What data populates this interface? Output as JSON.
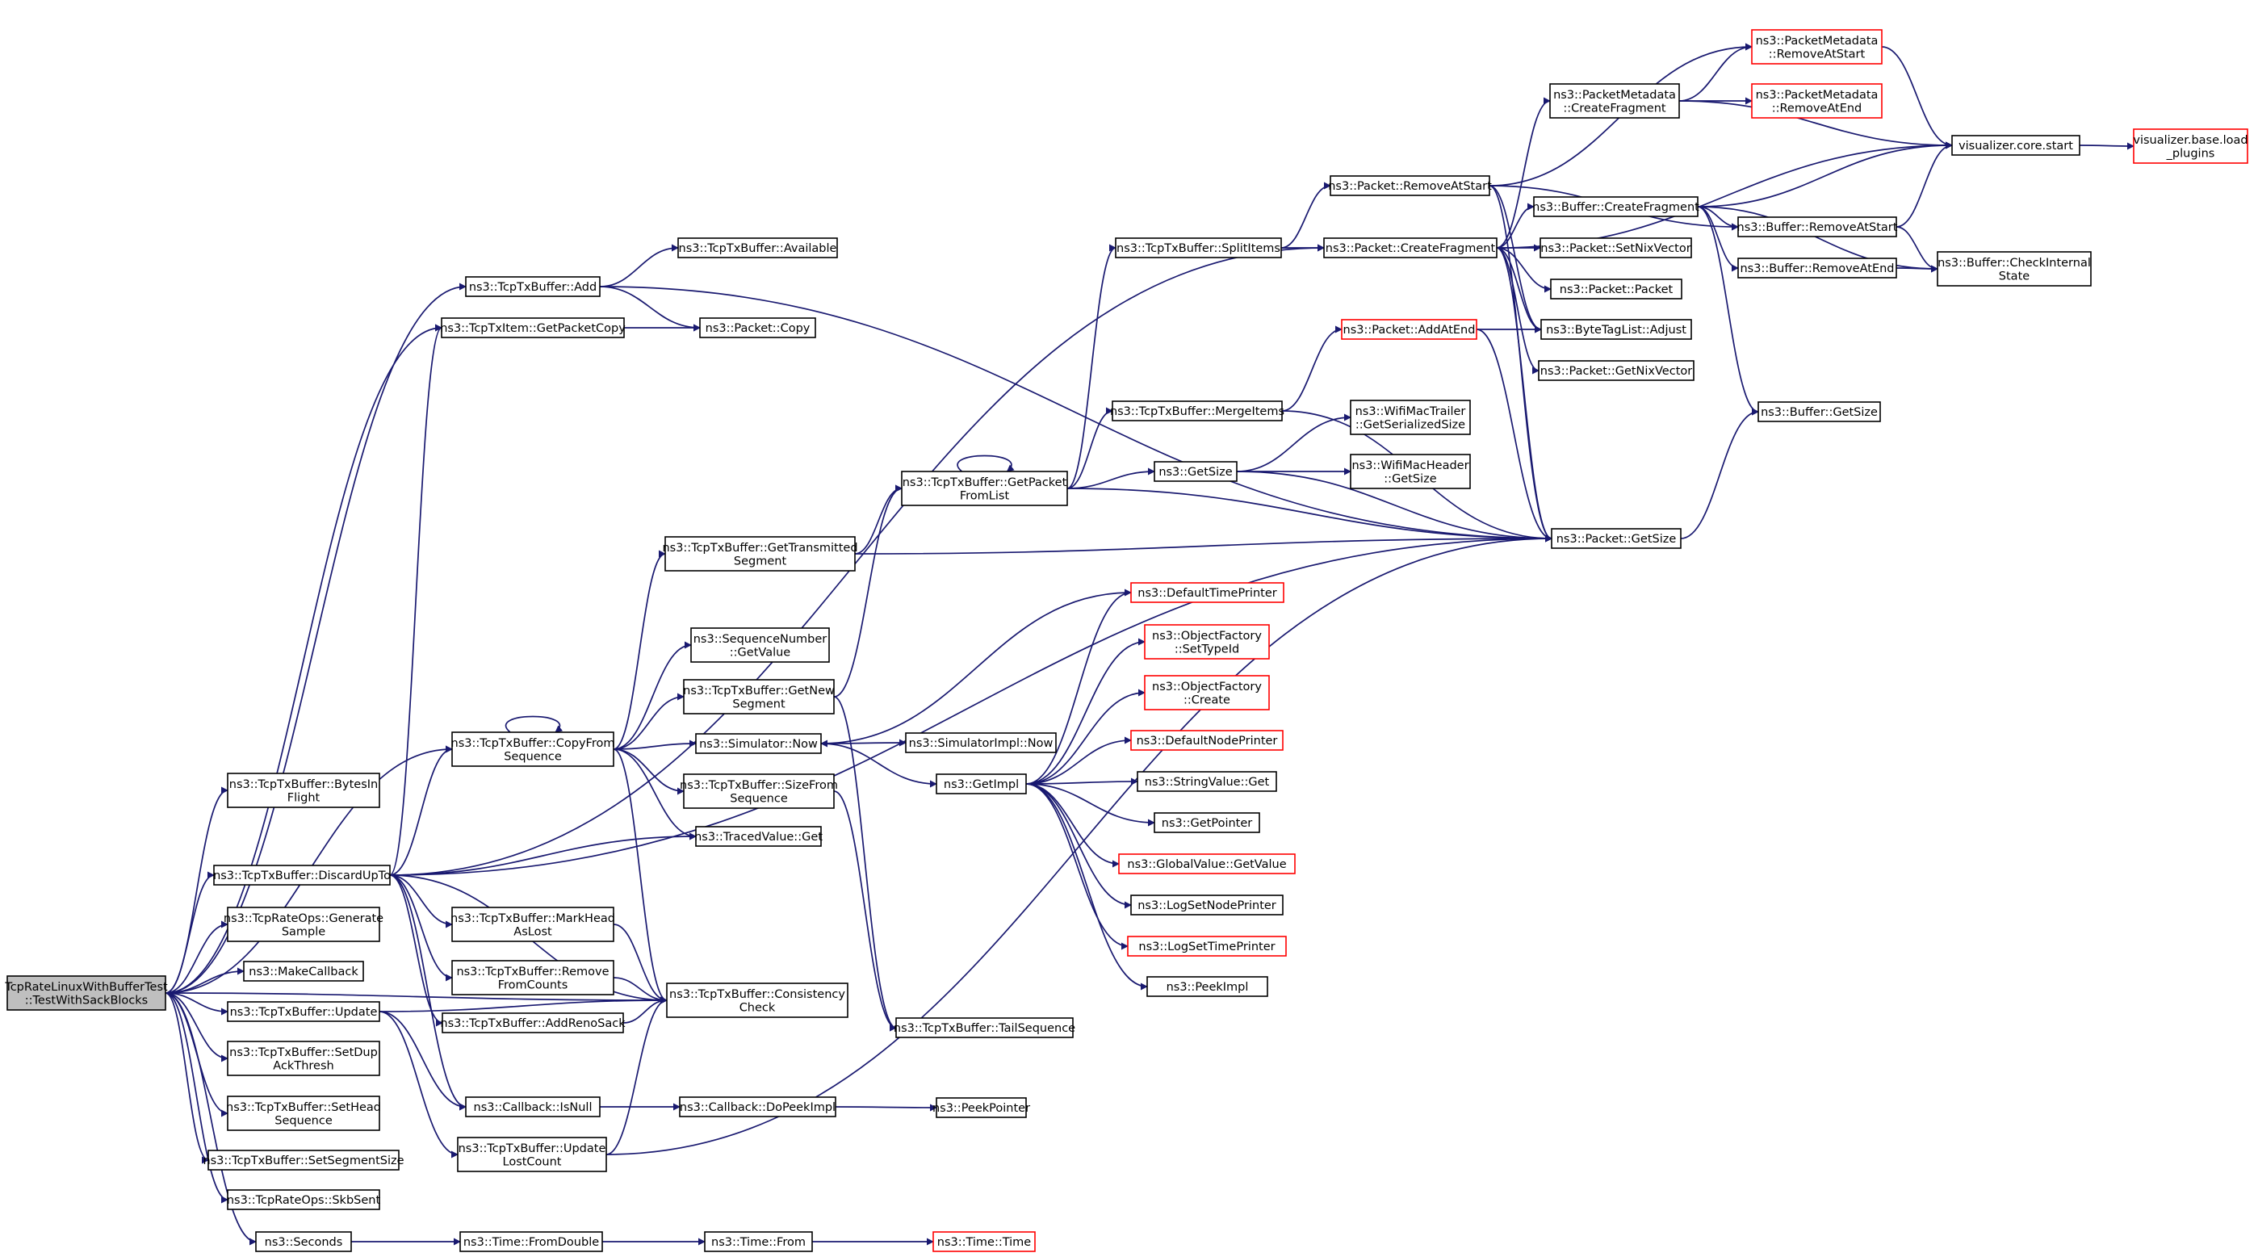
{
  "colors": {
    "edge": "#191970",
    "node_border": "#000000",
    "truncated_border": "#ff0000",
    "root_fill": "#bfbfbf",
    "node_fill": "#ffffff"
  },
  "nodes": [
    {
      "id": "root",
      "lines": [
        "TcpRateLinuxWithBufferTest",
        "::TestWithSackBlocks"
      ],
      "style": "root"
    },
    {
      "id": "add",
      "lines": [
        "ns3::TcpTxBuffer::Add"
      ]
    },
    {
      "id": "available",
      "lines": [
        "ns3::TcpTxBuffer::Available"
      ]
    },
    {
      "id": "getpacketcopy",
      "lines": [
        "ns3::TcpTxItem::GetPacketCopy"
      ]
    },
    {
      "id": "pcopy",
      "lines": [
        "ns3::Packet::Copy"
      ]
    },
    {
      "id": "bytesinflight",
      "lines": [
        "ns3::TcpTxBuffer::BytesIn",
        "Flight"
      ]
    },
    {
      "id": "discardupto",
      "lines": [
        "ns3::TcpTxBuffer::DiscardUpTo"
      ]
    },
    {
      "id": "generatesample",
      "lines": [
        "ns3::TcpRateOps::Generate",
        "Sample"
      ]
    },
    {
      "id": "makecallback",
      "lines": [
        "ns3::MakeCallback"
      ]
    },
    {
      "id": "update",
      "lines": [
        "ns3::TcpTxBuffer::Update"
      ]
    },
    {
      "id": "setdup",
      "lines": [
        "ns3::TcpTxBuffer::SetDup",
        "AckThresh"
      ]
    },
    {
      "id": "sethead",
      "lines": [
        "ns3::TcpTxBuffer::SetHead",
        "Sequence"
      ]
    },
    {
      "id": "setsegsize",
      "lines": [
        "ns3::TcpTxBuffer::SetSegmentSize"
      ]
    },
    {
      "id": "skbsent",
      "lines": [
        "ns3::TcpRateOps::SkbSent"
      ]
    },
    {
      "id": "seconds",
      "lines": [
        "ns3::Seconds"
      ]
    },
    {
      "id": "copyfromseq",
      "lines": [
        "ns3::TcpTxBuffer::CopyFrom",
        "Sequence"
      ]
    },
    {
      "id": "markhead",
      "lines": [
        "ns3::TcpTxBuffer::MarkHead",
        "AsLost"
      ]
    },
    {
      "id": "removefromcounts",
      "lines": [
        "ns3::TcpTxBuffer::Remove",
        "FromCounts"
      ]
    },
    {
      "id": "addrenosack",
      "lines": [
        "ns3::TcpTxBuffer::AddRenoSack"
      ]
    },
    {
      "id": "isnull",
      "lines": [
        "ns3::Callback::IsNull"
      ]
    },
    {
      "id": "updatelostcount",
      "lines": [
        "ns3::TcpTxBuffer::Update",
        "LostCount"
      ]
    },
    {
      "id": "fromdouble",
      "lines": [
        "ns3::Time::FromDouble"
      ]
    },
    {
      "id": "gettransmitted",
      "lines": [
        "ns3::TcpTxBuffer::GetTransmitted",
        "Segment"
      ]
    },
    {
      "id": "seqgetvalue",
      "lines": [
        "ns3::SequenceNumber",
        "::GetValue"
      ]
    },
    {
      "id": "getnewseg",
      "lines": [
        "ns3::TcpTxBuffer::GetNew",
        "Segment"
      ]
    },
    {
      "id": "simnow",
      "lines": [
        "ns3::Simulator::Now"
      ]
    },
    {
      "id": "sizefromseq",
      "lines": [
        "ns3::TcpTxBuffer::SizeFrom",
        "Sequence"
      ]
    },
    {
      "id": "tracedget",
      "lines": [
        "ns3::TracedValue::Get"
      ]
    },
    {
      "id": "consistency",
      "lines": [
        "ns3::TcpTxBuffer::Consistency",
        "Check"
      ]
    },
    {
      "id": "dopeekimpl",
      "lines": [
        "ns3::Callback::DoPeekImpl"
      ]
    },
    {
      "id": "timefrom",
      "lines": [
        "ns3::Time::From"
      ]
    },
    {
      "id": "getpacketfromlist",
      "lines": [
        "ns3::TcpTxBuffer::GetPacket",
        "FromList"
      ]
    },
    {
      "id": "splititems",
      "lines": [
        "ns3::TcpTxBuffer::SplitItems"
      ]
    },
    {
      "id": "mergeitems",
      "lines": [
        "ns3::TcpTxBuffer::MergeItems"
      ]
    },
    {
      "id": "simimplnow",
      "lines": [
        "ns3::SimulatorImpl::Now"
      ]
    },
    {
      "id": "getimpl",
      "lines": [
        "ns3::GetImpl"
      ]
    },
    {
      "id": "tailseq",
      "lines": [
        "ns3::TcpTxBuffer::TailSequence"
      ]
    },
    {
      "id": "peekpointer",
      "lines": [
        "ns3::PeekPointer"
      ]
    },
    {
      "id": "timetime",
      "lines": [
        "ns3::Time::Time"
      ],
      "style": "truncated"
    },
    {
      "id": "premoveatstart",
      "lines": [
        "ns3::Packet::RemoveAtStart"
      ]
    },
    {
      "id": "pcreatefragment",
      "lines": [
        "ns3::Packet::CreateFragment"
      ]
    },
    {
      "id": "paddatend",
      "lines": [
        "ns3::Packet::AddAtEnd"
      ],
      "style": "truncated"
    },
    {
      "id": "getsize",
      "lines": [
        "ns3::GetSize"
      ]
    },
    {
      "id": "wifitrailer",
      "lines": [
        "ns3::WifiMacTrailer",
        "::GetSerializedSize"
      ]
    },
    {
      "id": "wifiheader",
      "lines": [
        "ns3::WifiMacHeader",
        "::GetSize"
      ]
    },
    {
      "id": "deftimeprinter",
      "lines": [
        "ns3::DefaultTimePrinter"
      ],
      "style": "truncated"
    },
    {
      "id": "ofsettypeid",
      "lines": [
        "ns3::ObjectFactory",
        "::SetTypeId"
      ],
      "style": "truncated"
    },
    {
      "id": "ofcreate",
      "lines": [
        "ns3::ObjectFactory",
        "::Create"
      ],
      "style": "truncated"
    },
    {
      "id": "defnodeprinter",
      "lines": [
        "ns3::DefaultNodePrinter"
      ],
      "style": "truncated"
    },
    {
      "id": "stringvalueget",
      "lines": [
        "ns3::StringValue::Get"
      ]
    },
    {
      "id": "getpointer",
      "lines": [
        "ns3::GetPointer"
      ]
    },
    {
      "id": "globalvalue",
      "lines": [
        "ns3::GlobalValue::GetValue"
      ],
      "style": "truncated"
    },
    {
      "id": "logsetnode",
      "lines": [
        "ns3::LogSetNodePrinter"
      ]
    },
    {
      "id": "logsettime",
      "lines": [
        "ns3::LogSetTimePrinter"
      ],
      "style": "truncated"
    },
    {
      "id": "peekimpl",
      "lines": [
        "ns3::PeekImpl"
      ]
    },
    {
      "id": "pmcreatefragment",
      "lines": [
        "ns3::PacketMetadata",
        "::CreateFragment"
      ]
    },
    {
      "id": "bcreatefragment",
      "lines": [
        "ns3::Buffer::CreateFragment"
      ]
    },
    {
      "id": "psetnixvector",
      "lines": [
        "ns3::Packet::SetNixVector"
      ]
    },
    {
      "id": "ppacket",
      "lines": [
        "ns3::Packet::Packet"
      ]
    },
    {
      "id": "bytetagadjust",
      "lines": [
        "ns3::ByteTagList::Adjust"
      ]
    },
    {
      "id": "pgetnixvector",
      "lines": [
        "ns3::Packet::GetNixVector"
      ]
    },
    {
      "id": "pgetsize",
      "lines": [
        "ns3::Packet::GetSize"
      ]
    },
    {
      "id": "pmremoveatstart",
      "lines": [
        "ns3::PacketMetadata",
        "::RemoveAtStart"
      ],
      "style": "truncated"
    },
    {
      "id": "pmremoveatend",
      "lines": [
        "ns3::PacketMetadata",
        "::RemoveAtEnd"
      ],
      "style": "truncated"
    },
    {
      "id": "bremoveatstart",
      "lines": [
        "ns3::Buffer::RemoveAtStart"
      ]
    },
    {
      "id": "bremoveatend",
      "lines": [
        "ns3::Buffer::RemoveAtEnd"
      ]
    },
    {
      "id": "bcheckinternal",
      "lines": [
        "ns3::Buffer::CheckInternal",
        "State"
      ]
    },
    {
      "id": "bgetsize",
      "lines": [
        "ns3::Buffer::GetSize"
      ]
    },
    {
      "id": "vizstart",
      "lines": [
        "visualizer.core.start"
      ]
    },
    {
      "id": "vizload",
      "lines": [
        "visualizer.base.load",
        "_plugins"
      ],
      "style": "truncated"
    }
  ]
}
